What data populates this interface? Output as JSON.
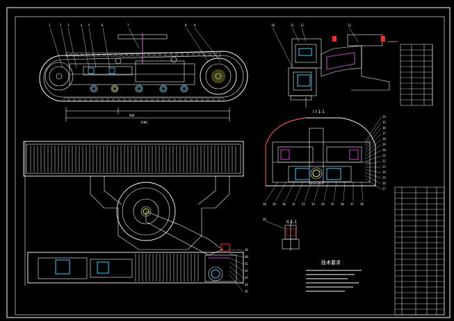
{
  "drawing": {
    "section_view_label": "I I 1:1",
    "detail_view_label": "II 1:1",
    "tech_req_title": "技术要求",
    "colors": {
      "background": "#000000",
      "line": "#ffffff",
      "accent_red": "#ff2a2a",
      "accent_magenta": "#d040d0",
      "accent_cyan": "#40d0ff",
      "accent_yellow": "#ffff40"
    },
    "dimension_labels": {
      "overall_length": "1500",
      "sub_length": "600"
    },
    "callouts_top": [
      "1",
      "2",
      "3",
      "4",
      "5",
      "6",
      "7",
      "8",
      "9"
    ],
    "callouts_side_view": [
      "10",
      "11",
      "12",
      "13"
    ],
    "callouts_section": [
      "14",
      "15",
      "16",
      "17",
      "18",
      "19",
      "20",
      "21",
      "22",
      "23",
      "24",
      "25",
      "26",
      "27",
      "28",
      "29",
      "30",
      "31",
      "32",
      "33",
      "34",
      "35",
      "36",
      "37",
      "38"
    ],
    "callouts_plan_view": [
      "39",
      "40",
      "41",
      "42",
      "43",
      "44",
      "45"
    ],
    "callouts_detail": [
      "46"
    ]
  }
}
